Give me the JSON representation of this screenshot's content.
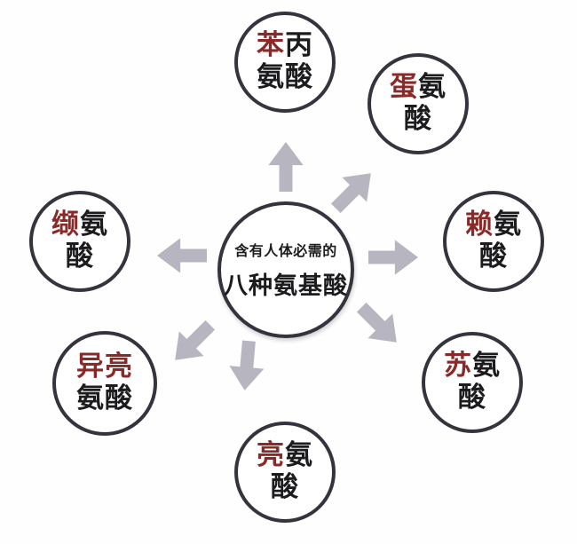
{
  "diagram": {
    "center": {
      "subtitle": "含有人体必需的",
      "title": "八种氨基酸"
    },
    "nodes": [
      {
        "name": "苯丙氨酸",
        "accent": "苯",
        "rest": "丙",
        "line2": "氨酸",
        "position": "top"
      },
      {
        "name": "蛋氨酸",
        "accent": "蛋",
        "rest": "氨",
        "line2": "酸",
        "position": "top-right"
      },
      {
        "name": "赖氨酸",
        "accent": "赖",
        "rest": "氨",
        "line2": "酸",
        "position": "right"
      },
      {
        "name": "苏氨酸",
        "accent": "苏",
        "rest": "氨",
        "line2": "酸",
        "position": "bottom-right"
      },
      {
        "name": "亮氨酸",
        "accent": "亮",
        "rest": "氨",
        "line2": "酸",
        "position": "bottom"
      },
      {
        "name": "异亮氨酸",
        "accent": "异亮",
        "rest": "",
        "line2": "氨酸",
        "position": "bottom-left"
      },
      {
        "name": "缬氨酸",
        "accent": "缬",
        "rest": "氨",
        "line2": "酸",
        "position": "left"
      }
    ],
    "colors": {
      "background": "#fefefe",
      "circle_border": "#35343e",
      "accent_red": "#8a2a28",
      "text": "#1c1b1e",
      "arrow": "#b6b5c0"
    }
  }
}
